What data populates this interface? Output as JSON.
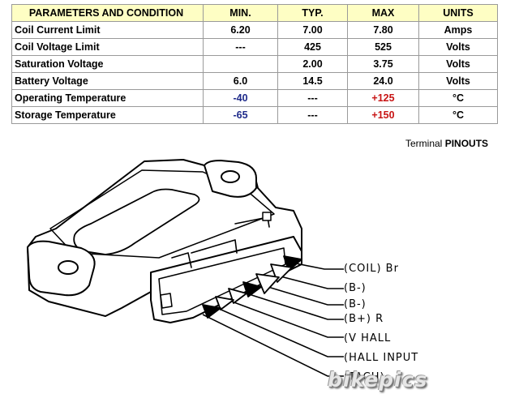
{
  "table": {
    "headers": [
      "PARAMETERS AND CONDITION",
      "MIN.",
      "TYP.",
      "MAX",
      "UNITS"
    ],
    "rows": [
      [
        "Coil Current Limit",
        "6.20",
        "7.00",
        "7.80",
        "Amps"
      ],
      [
        "Coil Voltage Limit",
        "---",
        "425",
        "525",
        "Volts"
      ],
      [
        "Saturation Voltage",
        "",
        "2.00",
        "3.75",
        "Volts"
      ],
      [
        "Battery Voltage",
        "6.0",
        "14.5",
        "24.0",
        "Volts"
      ],
      [
        "Operating Temperature",
        "-40",
        "---",
        "+125",
        "°C"
      ],
      [
        "Storage Temperature",
        "-65",
        "---",
        "+150",
        "°C"
      ]
    ]
  },
  "caption": {
    "prefix": "Terminal ",
    "bold": "PINOUTS"
  },
  "pins": [
    "(COIL) Br",
    "(B-)",
    "(B-)",
    "(B+) R",
    "(V HALL",
    "(HALL INPUT",
    "(TACH)"
  ],
  "watermark": "bikepics",
  "colors": {
    "header_bg": "#fefec4",
    "min_temp": "#1e2a8a",
    "max_temp": "#c81414"
  }
}
